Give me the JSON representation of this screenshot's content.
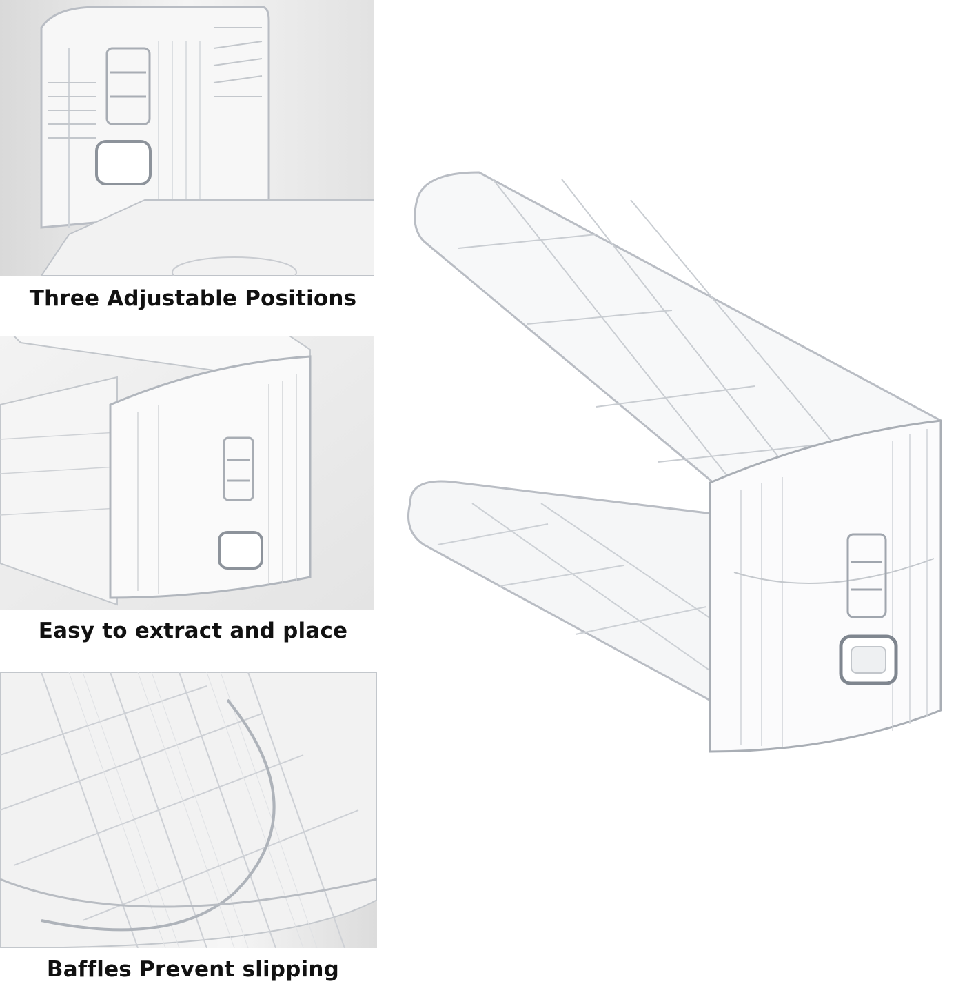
{
  "panels": [
    {
      "caption": "Three Adjustable Positions",
      "icon": "adjustable-positions-closeup"
    },
    {
      "caption": "Easy to extract and place",
      "icon": "extract-and-place-closeup"
    },
    {
      "caption": "Baffles Prevent slipping",
      "icon": "baffles-closeup"
    }
  ],
  "hero": {
    "icon": "clear-shoe-slot-organizer"
  },
  "colors": {
    "background": "#ffffff",
    "panel_bg": "#efefef",
    "plastic_edge": "#b9bdc4",
    "caption": "#111111"
  }
}
